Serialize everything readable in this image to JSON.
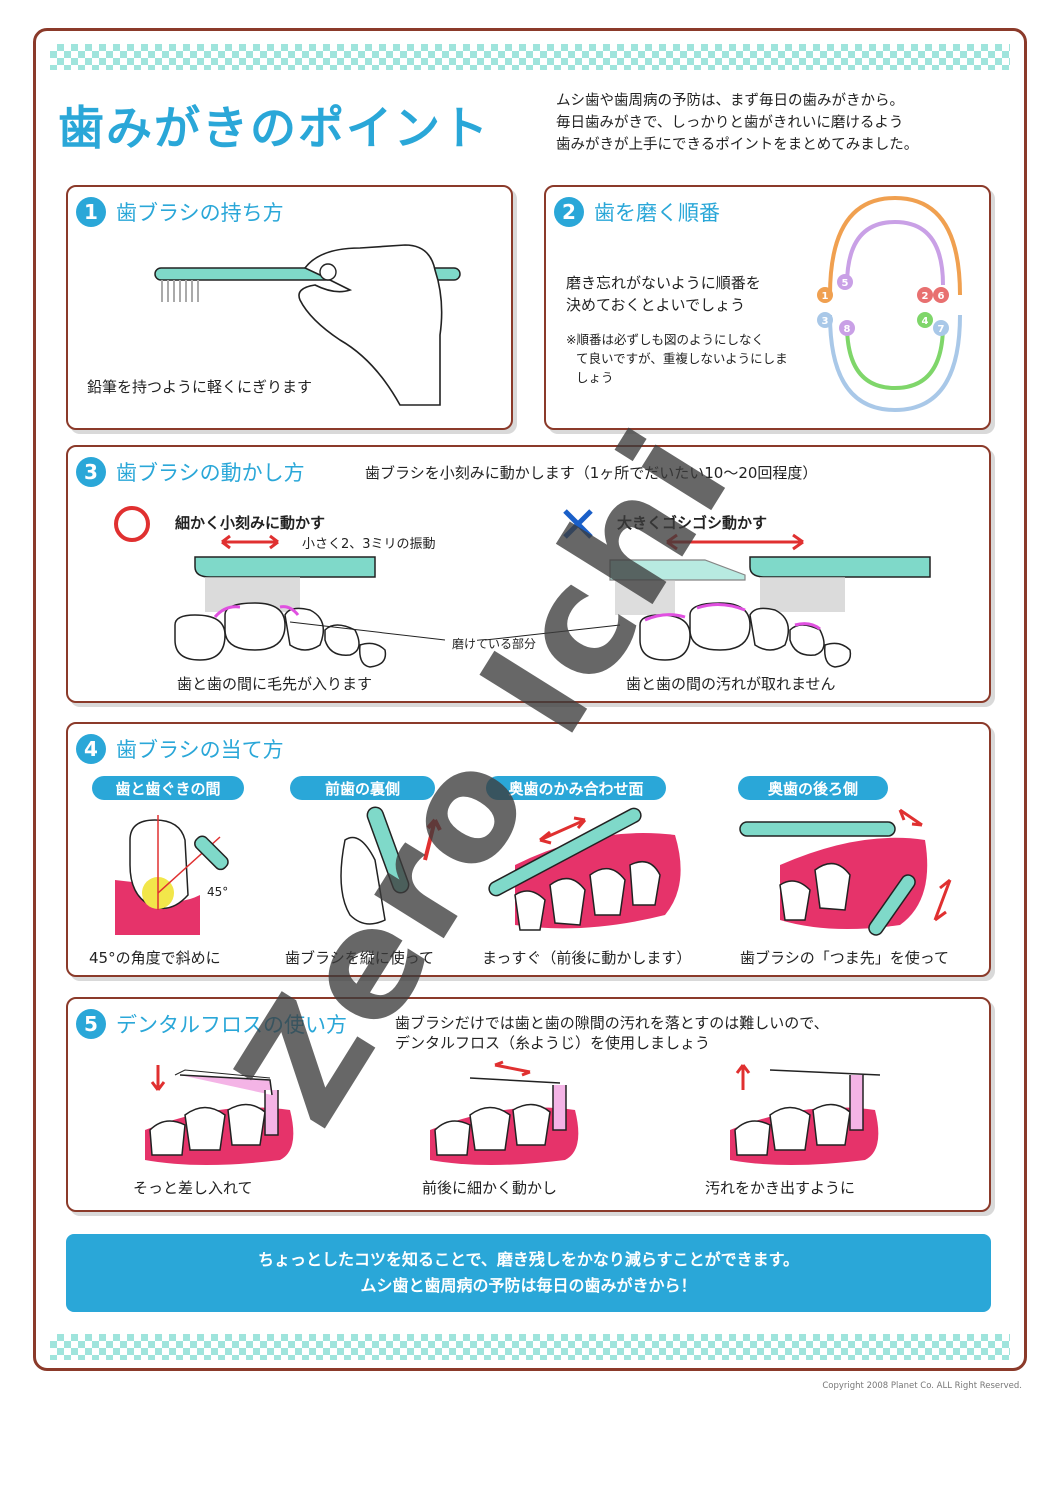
{
  "header": {
    "title": "歯みがきのポイント",
    "intro_lines": [
      "ムシ歯や歯周病の予防は、まず毎日の歯みがきから。",
      "毎日歯みがきで、しっかりと歯がきれいに磨けるよう",
      "歯みがきが上手にできるポイントをまとめてみました。"
    ]
  },
  "section1": {
    "num": "1",
    "title": "歯ブラシの持ち方",
    "caption": "鉛筆を持つように軽くにぎります"
  },
  "section2": {
    "num": "2",
    "title": "歯を磨く順番",
    "desc_lines": [
      "磨き忘れがないように順番を",
      "決めておくとよいでしょう"
    ],
    "note_lines": [
      "※順番は必ずしも図のようにしなく",
      "て良いですが、重複しないようにしま",
      "しょう"
    ],
    "order_labels": [
      "1",
      "2",
      "3",
      "4",
      "5",
      "6",
      "7",
      "8"
    ]
  },
  "section3": {
    "num": "3",
    "title": "歯ブラシの動かし方",
    "subtitle": "歯ブラシを小刻みに動かします（1ヶ所でだいたい10〜20回程度）",
    "good_label": "細かく小刻みに動かす",
    "good_note": "小さく2、3ミリの振動",
    "bad_label": "大きくゴシゴシ動かす",
    "callout": "磨けている部分",
    "good_caption": "歯と歯の間に毛先が入ります",
    "bad_caption": "歯と歯の間の汚れが取れません"
  },
  "section4": {
    "num": "4",
    "title": "歯ブラシの当て方",
    "items": [
      {
        "pill": "歯と歯ぐきの間",
        "caption": "45°の角度で斜めに",
        "angle": "45°"
      },
      {
        "pill": "前歯の裏側",
        "caption": "歯ブラシを縦に使って"
      },
      {
        "pill": "奥歯のかみ合わせ面",
        "caption": "まっすぐ（前後に動かします）"
      },
      {
        "pill": "奥歯の後ろ側",
        "caption": "歯ブラシの「つま先」を使って"
      }
    ]
  },
  "section5": {
    "num": "5",
    "title": "デンタルフロスの使い方",
    "desc_lines": [
      "歯ブラシだけでは歯と歯の隙間の汚れを落とすのは難しいので、",
      "デンタルフロス（糸ようじ）を使用しましょう"
    ],
    "captions": [
      "そっと差し入れて",
      "前後に細かく動かし",
      "汚れをかき出すように"
    ]
  },
  "banner_lines": [
    "ちょっとしたコツを知ることで、磨き残しをかなり減らすことができます。",
    "ムシ歯と歯周病の予防は毎日の歯みがきから！"
  ],
  "copyright": "Copyright 2008 Planet Co. ALL Right Reserved.",
  "watermark": "Zero Ichi",
  "colors": {
    "accent": "#2aa7d8",
    "border": "#8b3a2a",
    "checker": "#8fe0d6",
    "gum": "#e6336a",
    "brush": "#7fd9c9",
    "arrow": "#e03030"
  }
}
